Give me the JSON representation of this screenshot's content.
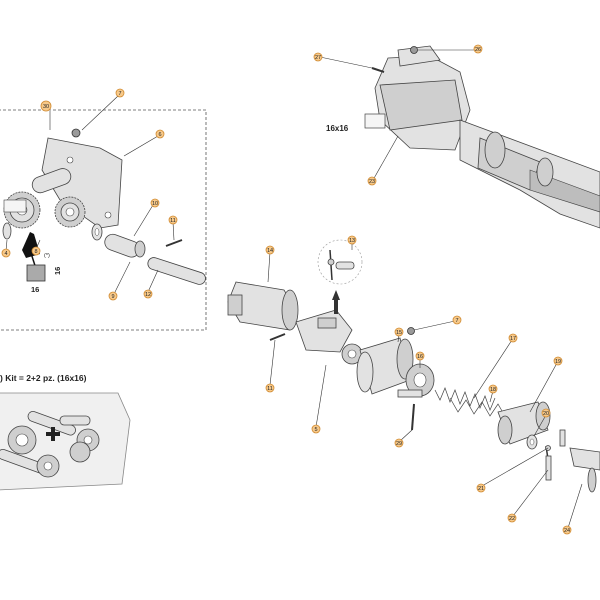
{
  "labels": {
    "kit_text": ") Kit = 2+2 pz. (16x16)",
    "size_gearbox": "16x16",
    "size_box_vertical": "16",
    "size_box_horizontal": "16",
    "star_note": "(*)"
  },
  "callouts": {
    "c30": "30",
    "c7a": "7",
    "c6": "6",
    "c10": "10",
    "c11a": "11",
    "c8": "8",
    "c4": "4",
    "c9": "9",
    "c12": "12",
    "c14": "14",
    "c13": "13",
    "c11b": "11",
    "c5": "5",
    "c15": "15",
    "c7b": "7",
    "c16": "16",
    "c17": "17",
    "c18": "18",
    "c19": "19",
    "c20": "20",
    "c29": "29",
    "c21": "21",
    "c22": "22",
    "c24": "24",
    "c27": "27",
    "c26": "26",
    "c_gear": "23"
  },
  "colors": {
    "callout_fill": "#f7c98a",
    "callout_stroke": "#d08a30",
    "part_fill": "#e2e2e2",
    "line": "#444444"
  },
  "icons": {
    "plus": "plus-icon",
    "arrow": "arrow-up-icon"
  }
}
